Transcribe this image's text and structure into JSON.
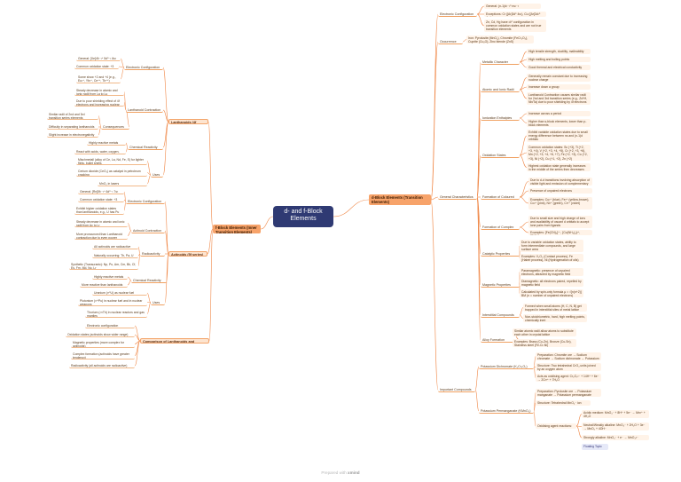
{
  "central": "d- and f-Block Elements",
  "left_main": "f-Block Elements (Inner Transition Elements)",
  "right_main": "d-Block Elements (Transition Elements)",
  "left": {
    "lanthanoids": "Lanthanoids (4f series)",
    "actinoids": "Actinoids (5f series)",
    "comparison": "Comparison of Lanthanoids and Actinoids",
    "lan_ec": "Electronic Configuration",
    "lan_ec_items": [
      "General: [Xe]4f¹⁻¹⁴ 5d⁰⁻¹ 6s²",
      "Common oxidation state: +3",
      "Some show +2 and +4 (e.g., Eu²⁺, Yb²⁺, Ce⁴⁺, Tb⁴⁺)"
    ],
    "lan_contraction": "Lanthanoid Contraction",
    "lan_contraction_items": [
      "Steady decrease in atomic and ionic radii from La to Lu",
      "Due to poor shielding effect of 4f electrons and increasing nuclear charge"
    ],
    "lan_consequences": "Consequences",
    "lan_consequences_items": [
      "Similar radii of 2nd and 3rd transition series elements",
      "Difficulty in separating lanthanoids",
      "Slight increase in electronegativity"
    ],
    "lan_reactivity": "Chemical Reactivity",
    "lan_reactivity_items": [
      "Highly reactive metals",
      "React with acids, water, oxygen, halogens"
    ],
    "lan_uses": "Uses",
    "lan_uses_items": [
      "Mischmetall (alloy of Ce, La, Nd, Fe, S) for lighter flints, bullet shells",
      "Cerium dioxide (CeO₂) as catalyst in petroleum cracking",
      "MnO₂ in lasers"
    ],
    "act_ec": "Electronic Configuration",
    "act_ec_items": [
      "General: [Rn]5f¹⁻¹⁴ 6d⁰⁻¹ 7s²",
      "Common oxidation state: +3",
      "Exhibit higher oxidation states than lanthanoids, e.g., U has Pu shows +4, +5, +6"
    ],
    "act_contraction": "Actinoid Contraction",
    "act_contraction_items": [
      "Steady decrease in atomic and ionic radii from Ac to Lr",
      "More pronounced than Lanthanoid contraction due to even poorer shielding by 5f electrons"
    ],
    "act_radio": "Radioactivity",
    "act_radio_items": [
      "All actinoids are radioactive",
      "Naturally occurring: Th, Pa, U",
      "Synthetic (Transuranic): Np, Pu, Am, Cm, Bk, Cf, Es, Fm, Md, No, Lr"
    ],
    "act_reactivity": "Chemical Reactivity",
    "act_reactivity_items": [
      "Highly reactive metals",
      "More reactive than lanthanoids"
    ],
    "act_uses": "Uses",
    "act_uses_items": [
      "Uranium (²³⁵U) as nuclear fuel",
      "Plutonium (²³⁹Pu) in nuclear fuel and in nuclear weapons",
      "Thorium (²³²Th) in nuclear reactors and gas mantles"
    ],
    "cmp_items": [
      "Electronic configuration",
      "Oxidation states (actinoids show wider range)",
      "Magnetic properties (more complex for actinoids)",
      "Complex formation (actinoids have greater tendency)",
      "Radioactivity (all actinoids are radioactive)"
    ]
  },
  "right": {
    "ec": "Electronic Configuration",
    "ec_items": [
      "General: (n-1)d¹⁻¹⁰ ns¹⁻²",
      "Exceptions: Cr ([Ar]3d⁵ 4s¹), Cu ([Ar]3d¹⁰ 4s¹)",
      "Zn, Cd, Hg have d¹⁰ configuration in common oxidation states and are not true transition elements"
    ],
    "occurrence": "Occurrence",
    "occ_items": [
      "Iron: Pyrolusite (MnO₂), Chromite (FeCr₂O₄), Cuprite (Cu₂O), Zinc blende (ZnS)"
    ],
    "general": "General Characteristics",
    "metallic": "Metallic Character",
    "metallic_items": [
      "High tensile strength, ductility, malleability",
      "High melting and boiling points",
      "Good thermal and electrical conductivity"
    ],
    "radii": "Atomic and Ionic Radii",
    "radii_items": [
      "Generally remain constant due to increasing nuclear charge",
      "Increase down a group",
      "Lanthanoid Contraction causes similar radii for 2nd and 3rd transition series (e.g., Zr/Hf, Nb/Ta) due to poor shielding by 4f electrons"
    ],
    "ie": "Ionization Enthalpies",
    "ie_items": [
      "Increase across a period",
      "Higher than s-block elements, lower than p-block elements"
    ],
    "ox": "Oxidation States",
    "ox_items": [
      "Exhibit variable oxidation states due to small energy difference between ns and (n-1)d orbitals",
      "Common oxidation states: Sc (+3), Ti (+2, +3, +4), V (+2, +3, +4, +5), Cr (+2, +3, +6), Mn (+2, +3, +4, +6, +7), Fe (+2, +3), Co (+2, +3), Ni (+2), Cu (+1, +2), Zn (+2)",
      "Highest oxidation state generally increases in the middle of the series then decreases"
    ],
    "colour": "Formation of Coloured Ions",
    "colour_items": [
      "Due to d-d transitions involving absorption of visible light and emission of complementary colour",
      "Presence of unpaired electrons",
      "Examples: Cu²⁺ (blue), Fe³⁺ (yellow-brown), Co²⁺ (pink), Ni²⁺ (green), Cr³⁺ (violet)"
    ],
    "complex": "Formation of Complex Compounds",
    "complex_items": [
      "Due to small size and high charge of ions and availability of vacant d orbitals to accept lone pairs from ligands",
      "Examples: [Fe(CN)₆]⁴⁻, [Cu(NH₃)₄]²⁺, [PtCl₄]²⁻"
    ],
    "catalytic": "Catalytic Properties",
    "catalytic_items": [
      "Due to variable oxidation states, ability to form intermediate compounds, and large surface area",
      "Examples: V₂O₅ (Contact process), Fe (Haber process), Ni (Hydrogenation of oils)"
    ],
    "magnetic": "Magnetic Properties",
    "magnetic_items": [
      "Paramagnetic: presence of unpaired electrons, attracted by magnetic field",
      "Diamagnetic: all electrons paired, repelled by magnetic field",
      "Calculated by spin-only formula μ = √[n(n+2)] BM (n = number of unpaired electrons)"
    ],
    "interstitial": "Interstitial Compounds",
    "interstitial_items": [
      "Formed when small atoms (H, C, N, B) get trapped in interstitial sites of metal lattice",
      "Non-stoichiometric, hard, high melting points, chemically inert"
    ],
    "alloy": "Alloy Formation",
    "alloy_items": [
      "Similar atomic radii allow atoms to substitute each other in crystal lattice",
      "Examples: Brass (Cu-Zn), Bronze (Cu-Sn), Stainless steel (Fe-Cr-Ni)"
    ],
    "important": "Important Compounds",
    "kdc": "Potassium Dichromate (K₂Cr₂O₇)",
    "kdc_items": [
      "Preparation: Chromite ore → Sodium chromate → Sodium dichromate → Potassium dichromate",
      "Structure: Two tetrahedral CrO₄ units joined by an oxygen atom",
      "Acts as oxidising agent: Cr₂O₇²⁻ + 14H⁺ + 6e⁻ → 2Cr³⁺ + 7H₂O"
    ],
    "kpm": "Potassium Permanganate (KMnO₄)",
    "kpm_items": [
      "Preparation: Pyrolusite ore → Potassium manganate → Potassium permanganate",
      "Structure: Tetrahedral MnO₄⁻ ion",
      "Oxidising agent reactions:"
    ],
    "kpm_ox_items": [
      "Acidic medium: MnO₄⁻ + 8H⁺ + 5e⁻ → Mn²⁺ + 4H₂O",
      "Neutral/Weakly alkaline: MnO₄⁻ + 2H₂O + 3e⁻ → MnO₂ + 4OH⁻",
      "Strongly alkaline: MnO₄⁻ + e⁻ → MnO₄²⁻"
    ],
    "floating": "Floating Topic"
  },
  "footer": {
    "prefix": "Prepared with",
    "brand": "xmind"
  },
  "colors": {
    "central": "#2f3a73",
    "branch": "#f7a36a",
    "line": "#f08a4b"
  }
}
